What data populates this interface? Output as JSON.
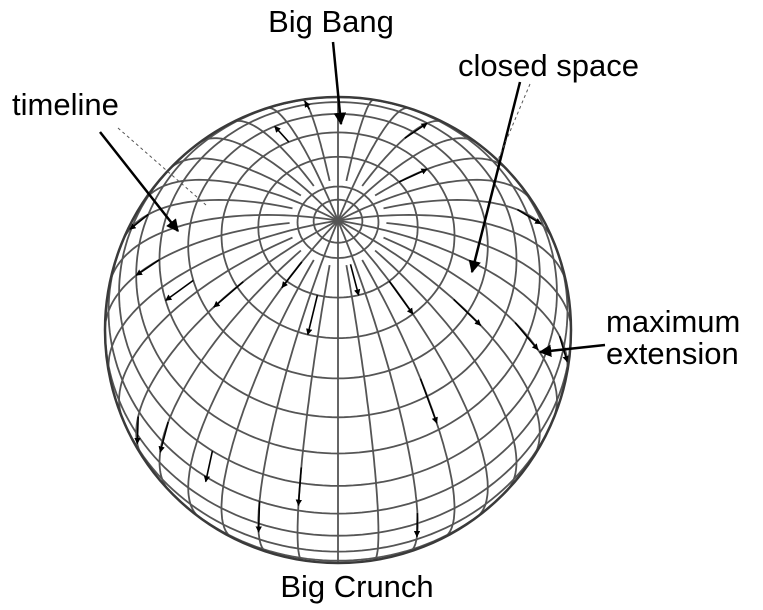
{
  "labels": {
    "top": "Big Bang",
    "bottom": "Big Crunch",
    "left": "timeline",
    "top_right": "closed space",
    "right_line1": "maximum",
    "right_line2": "extension"
  },
  "colors": {
    "grid": "#555555",
    "outline": "#3a3a3a",
    "arrow": "#000000",
    "background": "#ffffff"
  },
  "sphere": {
    "pole_view": "north pole tilted toward viewer",
    "meridian_count": 36,
    "latitude_step_degrees": 10
  }
}
